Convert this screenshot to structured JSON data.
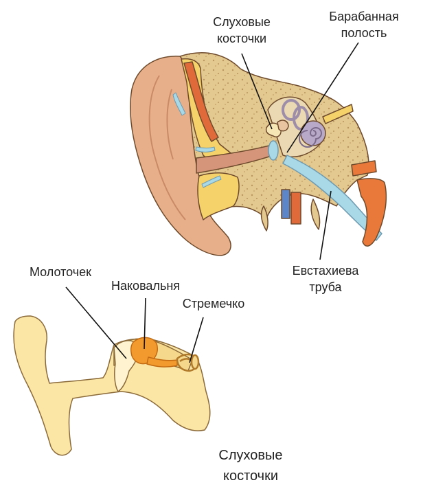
{
  "ear_diagram": {
    "ossicles_label": [
      "Слуховые",
      "косточки"
    ],
    "tympanic_label": [
      "Барабанная",
      "полость"
    ],
    "eustachian_label": [
      "Евстахиева",
      "труба"
    ]
  },
  "ossicles_detail": {
    "malleus_label": "Молоточек",
    "incus_label": "Наковальня",
    "stapes_label": "Стремечко",
    "caption": [
      "Слуховые",
      "косточки"
    ]
  },
  "colors": {
    "skin": "#E8B08A",
    "skin_dark": "#C98A67",
    "bone_yellow": "#F6D36A",
    "bone_spongy": "#E3C88F",
    "canal": "#D4957B",
    "red_vessel": "#E06A3A",
    "blue_vessel": "#5C86C8",
    "light_blue": "#A9D8E6",
    "ossicle_cream": "#FAE8A4",
    "incus_orange": "#F39A2E",
    "outline": "#6E4A2C"
  }
}
